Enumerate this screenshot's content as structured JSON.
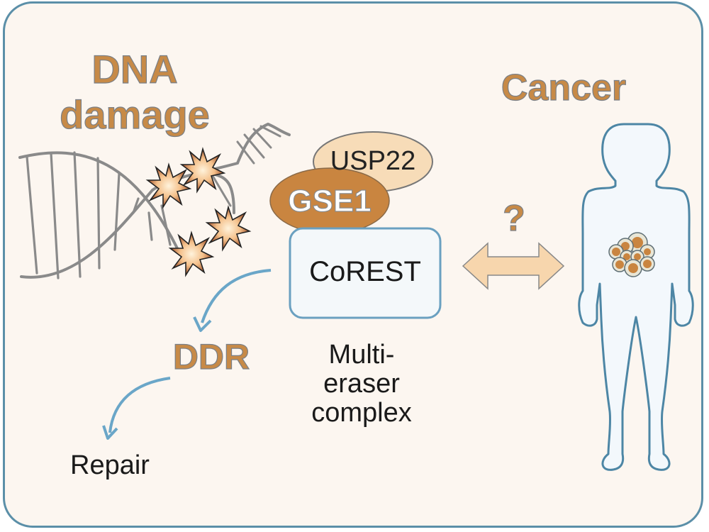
{
  "labels": {
    "dna_damage_line1": "DNA",
    "dna_damage_line2": "damage",
    "cancer": "Cancer",
    "usp22": "USP22",
    "gse1": "GSE1",
    "corest": "CoREST",
    "ddr": "DDR",
    "repair": "Repair",
    "question": "?",
    "complex_line1": "Multi-",
    "complex_line2": "eraser",
    "complex_line3": "complex"
  },
  "colors": {
    "border": "#5b8fa8",
    "background": "#fcf6f0",
    "accent_orange": "#c78a47",
    "gse1_fill": "#c98540",
    "usp22_fill": "#f7dcb8",
    "arrow_blue": "#6aa6c8",
    "double_arrow_fill": "#f7d6ad",
    "body_fill": "#f3f8fc",
    "body_stroke": "#4d86a5",
    "dna_gray": "#8a8a8a"
  }
}
